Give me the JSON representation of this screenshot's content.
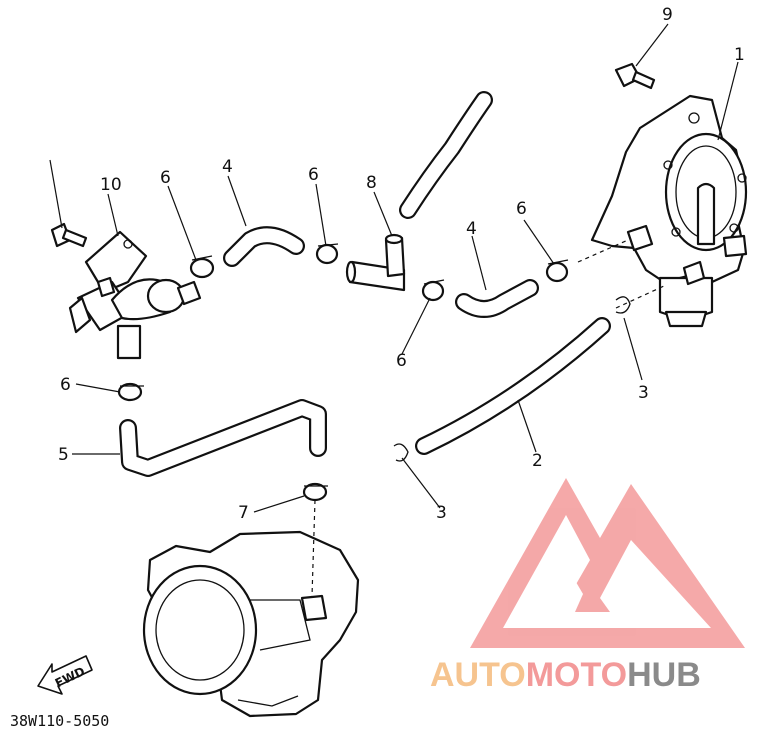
{
  "diagram": {
    "callouts": [
      "1",
      "2",
      "3",
      "3",
      "4",
      "4",
      "5",
      "6",
      "6",
      "6",
      "6",
      "6",
      "7",
      "8",
      "9",
      "10"
    ],
    "fwd_label": "FWD",
    "drawing_code": "38W110-5050"
  },
  "watermark": {
    "part1": "AUTO",
    "part2": "MOTO",
    "part3": "HUB",
    "colors": {
      "auto": "#f6c48f",
      "moto": "#f39a9a",
      "hub": "#8a8a8a",
      "logo": "#f39a9a"
    }
  }
}
